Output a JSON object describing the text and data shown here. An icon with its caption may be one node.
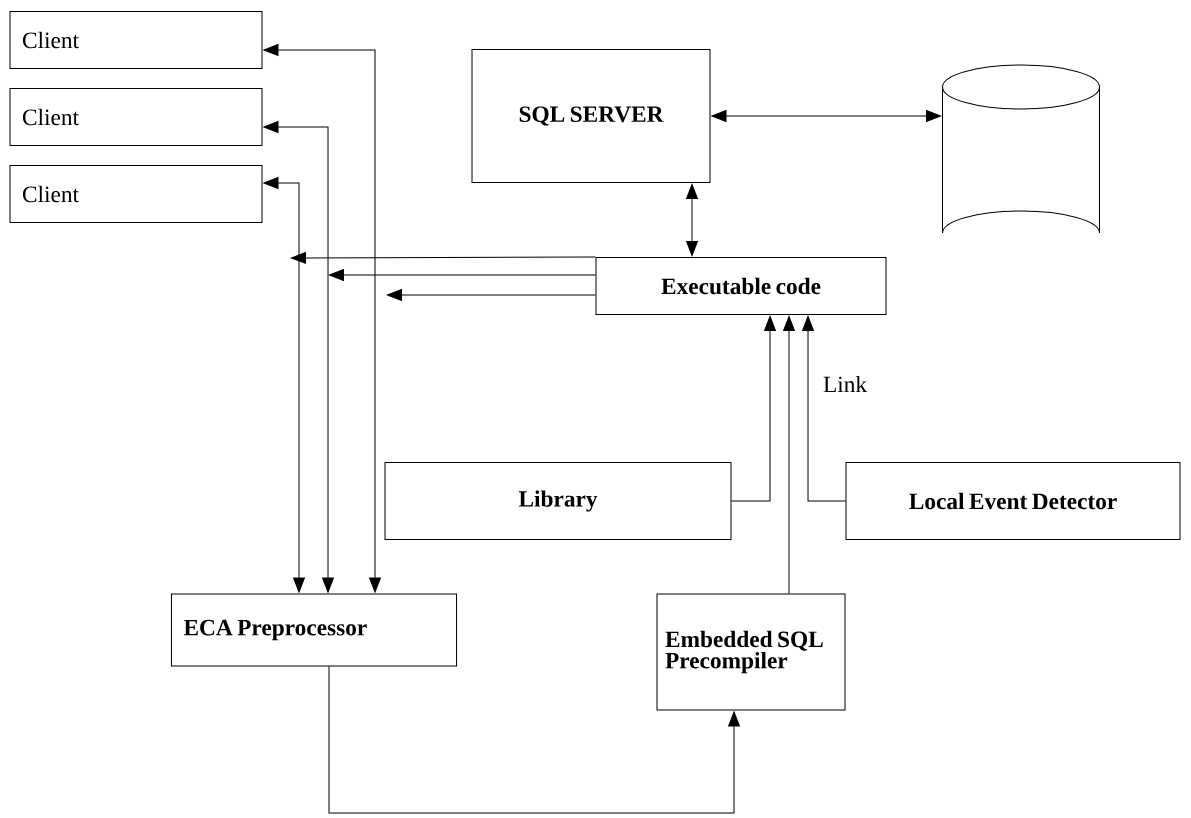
{
  "diagram": {
    "nodes": [
      {
        "text": [
          "Client"
        ]
      },
      {
        "text": [
          "Client"
        ]
      },
      {
        "text": [
          "Client"
        ]
      },
      {
        "text": [
          "SQL SERVER"
        ]
      },
      {
        "text": [],
        "shape": "cylinder"
      },
      {
        "text": [
          "Executable code"
        ]
      },
      {
        "text": [
          "Library"
        ]
      },
      {
        "text": [
          "Local Event Detector"
        ]
      },
      {
        "text": [
          "ECA Preprocessor"
        ]
      },
      {
        "text": [
          "Embedded SQL Precompiler"
        ]
      }
    ],
    "edges": [
      {
        "from": 3,
        "to": 4,
        "arrow": "both"
      },
      {
        "from": 3,
        "to": 5,
        "arrow": "both"
      },
      {
        "from": 5,
        "to": null,
        "arrow": "to"
      },
      {
        "from": 5,
        "to": null,
        "arrow": "to"
      },
      {
        "from": 5,
        "to": null,
        "arrow": "to"
      },
      {
        "from": 8,
        "to": 0,
        "arrow": "both"
      },
      {
        "from": 8,
        "to": 1,
        "arrow": "both"
      },
      {
        "from": 8,
        "to": 2,
        "arrow": "both"
      },
      {
        "from": 6,
        "to": 5,
        "arrow": "to"
      },
      {
        "from": 9,
        "to": 5,
        "arrow": "to"
      },
      {
        "from": 7,
        "to": 5,
        "arrow": "to",
        "label": "Link"
      },
      {
        "from": 8,
        "to": 9,
        "arrow": "to"
      }
    ]
  }
}
